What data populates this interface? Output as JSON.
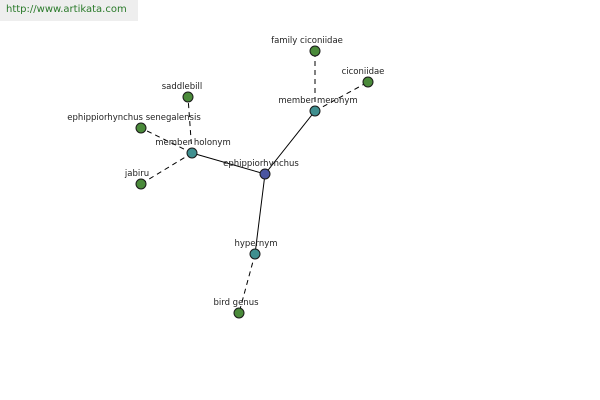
{
  "header": {
    "url": "http://www.artikata.com"
  },
  "colors": {
    "root": "#4a55a0",
    "relation": "#3f8f8f",
    "leaf": "#4a8a3a"
  },
  "nodes": {
    "center": {
      "label": "ephippiorhynchus",
      "kind": "root"
    },
    "member_meronym": {
      "label": "member meronym",
      "kind": "relation"
    },
    "member_holonym": {
      "label": "member holonym",
      "kind": "relation"
    },
    "hypernym": {
      "label": "hypernym",
      "kind": "relation"
    },
    "family_ciconiidae": {
      "label": "family ciconiidae",
      "kind": "leaf"
    },
    "ciconiidae": {
      "label": "ciconiidae",
      "kind": "leaf"
    },
    "saddlebill": {
      "label": "saddlebill",
      "kind": "leaf"
    },
    "ephippiorhynchus_senegalensis": {
      "label": "ephippiorhynchus senegalensis",
      "kind": "leaf"
    },
    "jabiru": {
      "label": "jabiru",
      "kind": "leaf"
    },
    "bird_genus": {
      "label": "bird genus",
      "kind": "leaf"
    }
  },
  "edges": [
    {
      "from": "center",
      "to": "member_meronym",
      "style": "solid"
    },
    {
      "from": "center",
      "to": "member_holonym",
      "style": "solid"
    },
    {
      "from": "center",
      "to": "hypernym",
      "style": "solid"
    },
    {
      "from": "member_meronym",
      "to": "family_ciconiidae",
      "style": "dashed"
    },
    {
      "from": "member_meronym",
      "to": "ciconiidae",
      "style": "dashed"
    },
    {
      "from": "member_holonym",
      "to": "saddlebill",
      "style": "dashed"
    },
    {
      "from": "member_holonym",
      "to": "ephippiorhynchus_senegalensis",
      "style": "dashed"
    },
    {
      "from": "member_holonym",
      "to": "jabiru",
      "style": "dashed"
    },
    {
      "from": "hypernym",
      "to": "bird_genus",
      "style": "dashed"
    }
  ]
}
